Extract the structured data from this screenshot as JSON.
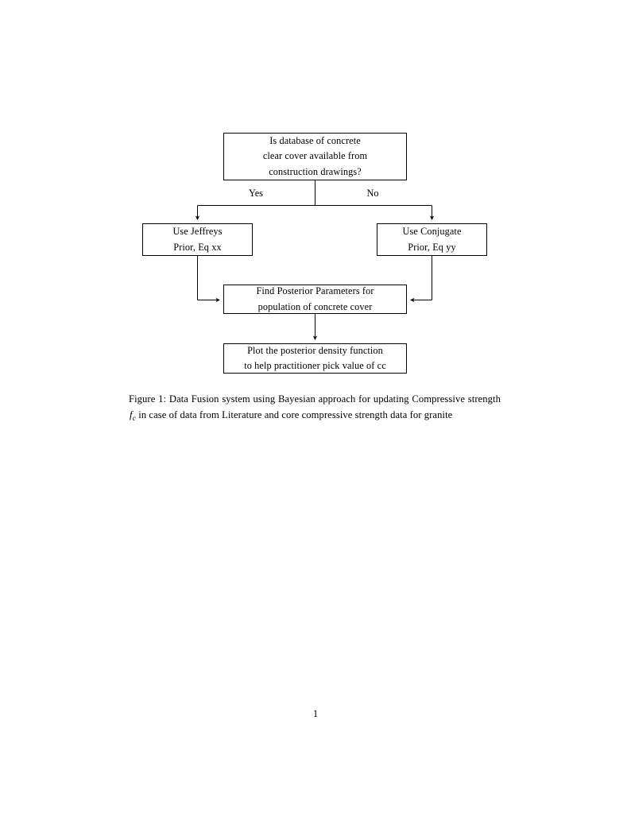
{
  "document": {
    "page_number": "1",
    "background_color": "#ffffff",
    "text_color": "#000000"
  },
  "figure": {
    "type": "flowchart",
    "nodes": [
      {
        "id": "decision",
        "shape": "rectangle",
        "lines": [
          "Is database of concrete",
          "clear cover available from",
          "construction drawings?"
        ]
      },
      {
        "id": "jeffreys",
        "shape": "rectangle",
        "lines": [
          "Use Jeffreys",
          "Prior, Eq xx"
        ]
      },
      {
        "id": "conjugate",
        "shape": "rectangle",
        "lines": [
          "Use Conjugate",
          "Prior, Eq yy"
        ]
      },
      {
        "id": "posterior",
        "shape": "rectangle",
        "lines": [
          "Find Posterior Parameters for",
          "population of concrete cover"
        ]
      },
      {
        "id": "plot",
        "shape": "rectangle",
        "lines": [
          "Plot the posterior density function",
          "to help practitioner pick value of cc"
        ]
      }
    ],
    "edges": [
      {
        "from": "decision",
        "to": "jeffreys",
        "label": "Yes"
      },
      {
        "from": "decision",
        "to": "conjugate",
        "label": "No"
      },
      {
        "from": "jeffreys",
        "to": "posterior",
        "label": ""
      },
      {
        "from": "conjugate",
        "to": "posterior",
        "label": ""
      },
      {
        "from": "posterior",
        "to": "plot",
        "label": ""
      }
    ],
    "edge_labels": {
      "yes": "Yes",
      "no": "No"
    },
    "line_color": "#000000"
  },
  "caption": {
    "prefix": "Figure 1:",
    "text_before_symbol": " Data Fusion system using Bayesian approach for updating Compressive strength",
    "symbol": "f",
    "symbol_subscript": "c",
    "text_after_symbol": "in case of data from Literature and core compressive strength data for granite"
  }
}
